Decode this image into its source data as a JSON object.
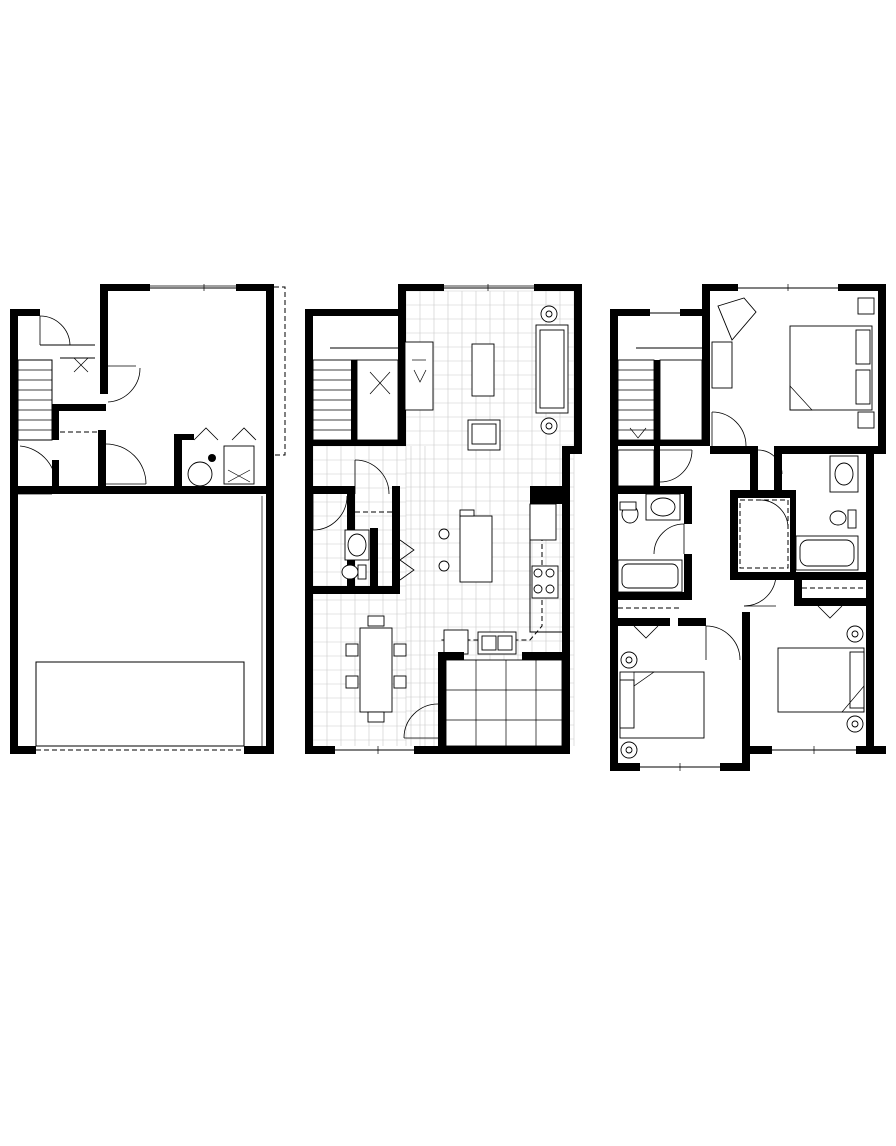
{
  "plan": {
    "floors": [
      {
        "id": "lower-floor"
      },
      {
        "id": "main-floor"
      },
      {
        "id": "upper-floor"
      }
    ],
    "colors": {
      "wall": "#000000",
      "tile-grid": "#c9c9c9",
      "background": "#ffffff"
    }
  }
}
